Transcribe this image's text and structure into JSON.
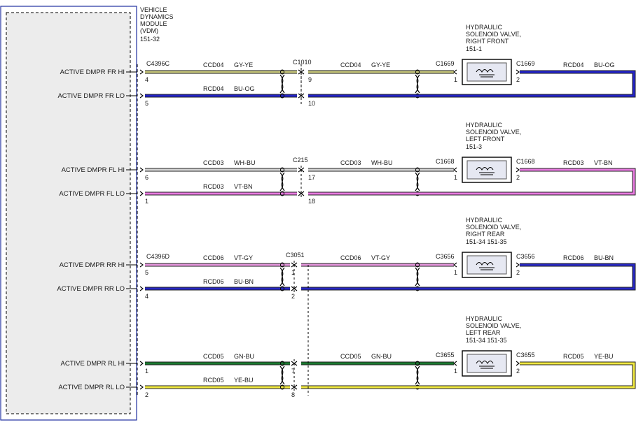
{
  "module": {
    "name_lines": [
      "VEHICLE",
      "DYNAMICS",
      "MODULE",
      "(VDM)"
    ],
    "ref": "151-32"
  },
  "colors": {
    "GY-YE": "#c4c47a",
    "BU-OG": "#2323c8",
    "WH-BU": "#d4d4d4",
    "VT-BN": "#e87ae0",
    "VT-GY": "#e496dc",
    "BU-BN": "#2828c4",
    "GN-BU": "#1a7a30",
    "YE-BU": "#f0e840",
    "frame": "#2030a0"
  },
  "channels": [
    {
      "pin_hi_label": "ACTIVE DMPR FR HI",
      "pin_lo_label": "ACTIVE DMPR FR LO",
      "vdm_connector": "C4396C",
      "vdm_pin_hi": "4",
      "vdm_pin_lo": "5",
      "inline_connector": "C1010",
      "inline_pin_hi": "9",
      "inline_pin_lo": "10",
      "circuit_hi": "CCD04",
      "color_hi": "GY-YE",
      "circuit_lo": "RCD04",
      "color_lo": "BU-OG",
      "circuit_hi2": "CCD04",
      "color_hi2": "GY-YE",
      "valve_title": [
        "HYDRAULIC",
        "SOLENOID VALVE,",
        "RIGHT FRONT"
      ],
      "valve_ref": "151-1",
      "valve_conn_in": "C1669",
      "valve_pin_in": "1",
      "valve_conn_out": "C1669",
      "valve_pin_out": "2",
      "return_circuit": "RCD04",
      "return_color": "BU-OG"
    },
    {
      "pin_hi_label": "ACTIVE DMPR FL HI",
      "pin_lo_label": "ACTIVE DMPR FL LO",
      "vdm_connector": "",
      "vdm_pin_hi": "6",
      "vdm_pin_lo": "1",
      "inline_connector": "C215",
      "inline_pin_hi": "17",
      "inline_pin_lo": "18",
      "circuit_hi": "CCD03",
      "color_hi": "WH-BU",
      "circuit_lo": "RCD03",
      "color_lo": "VT-BN",
      "circuit_hi2": "CCD03",
      "color_hi2": "WH-BU",
      "valve_title": [
        "HYDRAULIC",
        "SOLENOID VALVE,",
        "LEFT FRONT"
      ],
      "valve_ref": "151-3",
      "valve_conn_in": "C1668",
      "valve_pin_in": "1",
      "valve_conn_out": "C1668",
      "valve_pin_out": "2",
      "return_circuit": "RCD03",
      "return_color": "VT-BN"
    },
    {
      "pin_hi_label": "ACTIVE DMPR RR HI",
      "pin_lo_label": "ACTIVE DMPR RR LO",
      "vdm_connector": "C4396D",
      "vdm_pin_hi": "5",
      "vdm_pin_lo": "4",
      "inline_connector": "C3051",
      "inline_pin_hi": "1",
      "inline_pin_lo": "2",
      "circuit_hi": "CCD06",
      "color_hi": "VT-GY",
      "circuit_lo": "RCD06",
      "color_lo": "BU-BN",
      "circuit_hi2": "CCD06",
      "color_hi2": "VT-GY",
      "valve_title": [
        "HYDRAULIC",
        "SOLENOID VALVE,",
        "RIGHT REAR"
      ],
      "valve_ref": "151-34  151-35",
      "valve_conn_in": "C3656",
      "valve_pin_in": "1",
      "valve_conn_out": "C3656",
      "valve_pin_out": "2",
      "return_circuit": "RCD06",
      "return_color": "BU-BN"
    },
    {
      "pin_hi_label": "ACTIVE DMPR RL HI",
      "pin_lo_label": "ACTIVE DMPR RL LO",
      "vdm_connector": "",
      "vdm_pin_hi": "1",
      "vdm_pin_lo": "2",
      "inline_connector": "",
      "inline_pin_hi": "7",
      "inline_pin_lo": "8",
      "circuit_hi": "CCD05",
      "color_hi": "GN-BU",
      "circuit_lo": "RCD05",
      "color_lo": "YE-BU",
      "circuit_hi2": "CCD05",
      "color_hi2": "GN-BU",
      "valve_title": [
        "HYDRAULIC",
        "SOLENOID VALVE,",
        "LEFT REAR"
      ],
      "valve_ref": "151-34  151-35",
      "valve_conn_in": "C3655",
      "valve_pin_in": "1",
      "valve_conn_out": "C3655",
      "valve_pin_out": "2",
      "return_circuit": "RCD05",
      "return_color": "YE-BU"
    }
  ]
}
